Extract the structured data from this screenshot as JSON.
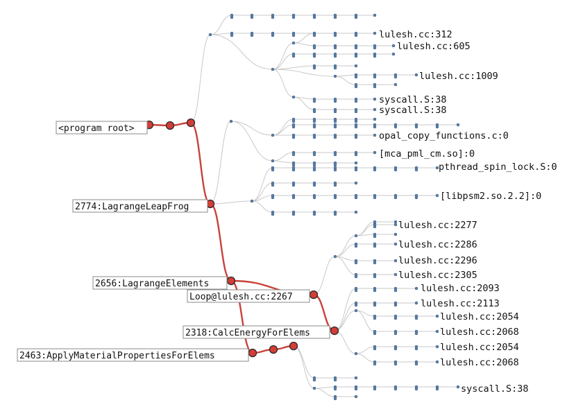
{
  "colors": {
    "hot_path": "#c9413a",
    "hot_node": "#d43d36",
    "node": "#5a7fa8",
    "edge": "#c8c8c8"
  },
  "hot_labels": {
    "root": "<program root>",
    "leapfrog": "2774:LagrangeLeapFrog",
    "elements": "2656:LagrangeElements",
    "loop": "Loop@lulesh.cc:2267",
    "calcenergy": "2318:CalcEnergyForElems",
    "applymat": "2463:ApplyMaterialPropertiesForElems"
  },
  "leaf_labels": [
    "lulesh.cc:312",
    "lulesh.cc:605",
    "lulesh.cc:1009",
    "syscall.S:38",
    "syscall.S:38",
    "opal_copy_functions.c:0",
    "[mca_pml_cm.so]:0",
    "pthread_spin_lock.S:0",
    "[libpsm2.so.2.2]:0",
    "lulesh.cc:2277",
    "lulesh.cc:2286",
    "lulesh.cc:2296",
    "lulesh.cc:2305",
    "lulesh.cc:2093",
    "lulesh.cc:2113",
    "lulesh.cc:2054",
    "lulesh.cc:2068",
    "lulesh.cc:2054",
    "lulesh.cc:2068",
    "syscall.S:38"
  ]
}
